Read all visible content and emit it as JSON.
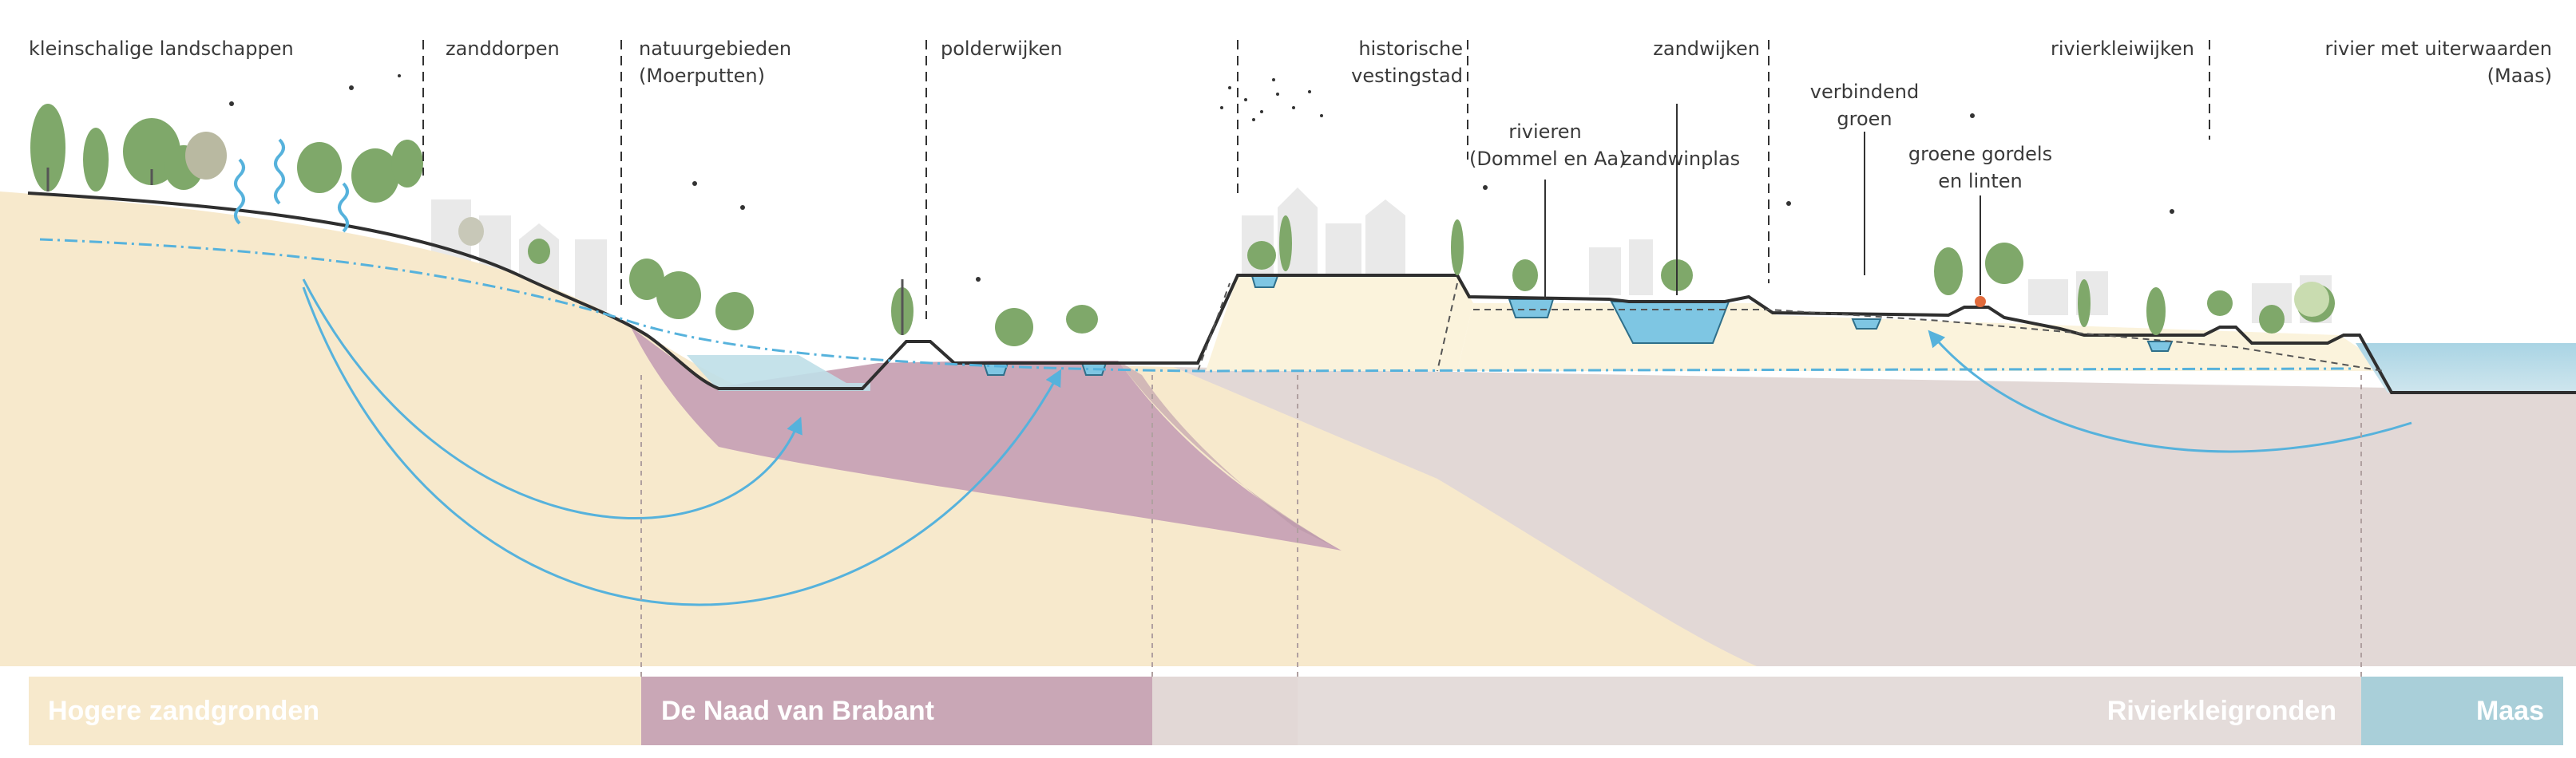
{
  "labels": {
    "kleinschalige": "kleinschalige landschappen",
    "zanddorpen": "zanddorpen",
    "natuurgebieden_1": "natuurgebieden",
    "natuurgebieden_2": "(Moerputten)",
    "polderwijken": "polderwijken",
    "historische_1": "historische",
    "historische_2": "vestingstad",
    "zandwijken": "zandwijken",
    "rivierkleiwijken": "rivierkleiwijken",
    "rivier_1": "rivier met uiterwaarden",
    "rivier_2": "(Maas)",
    "rivieren_1": "rivieren",
    "rivieren_2": "(Dommel en Aa)",
    "zandwinplas": "zandwinplas",
    "verbindend_1": "verbindend",
    "verbindend_2": "groen",
    "gordels_1": "groene gordels",
    "gordels_2": "en linten"
  },
  "zones": [
    {
      "label": "Hogere zandgronden",
      "color": "#f7e9cc"
    },
    {
      "label": "De Naad van Brabant",
      "color": "#c9a7b6"
    },
    {
      "label": "",
      "color": "#e2d8d6"
    },
    {
      "label": "Rivierkleigronden",
      "color": "#e4dcda"
    },
    {
      "label": "Maas",
      "color": "#a9cfd9"
    }
  ],
  "colors": {
    "sand": "#f7e9cc",
    "naad": "#caa6b7",
    "clay": "#e2d8d6",
    "dike": "#fbf3dc",
    "water": "#7ec6e3",
    "flow": "#56b2dc",
    "terrain_line": "#2f2f2f"
  }
}
